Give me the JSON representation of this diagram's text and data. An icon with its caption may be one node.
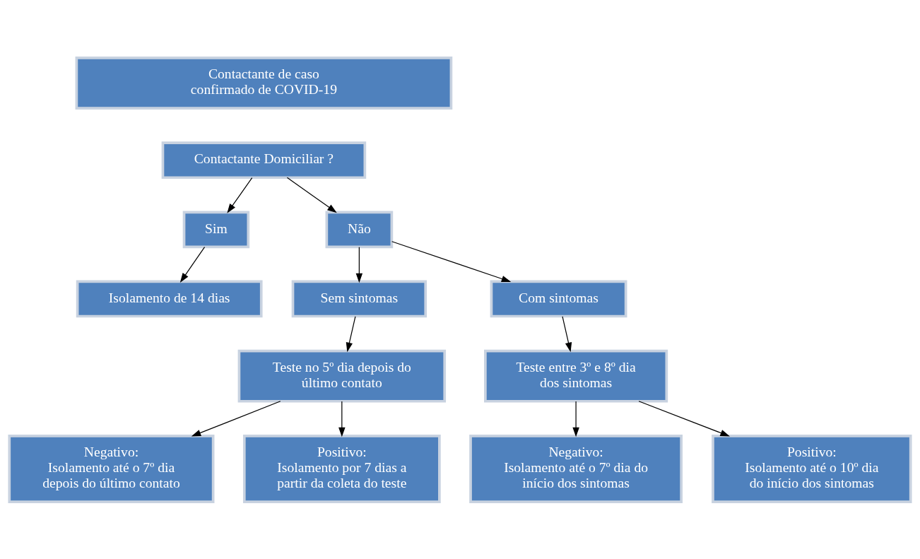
{
  "diagram": {
    "nodes": [
      {
        "text": [
          "Contactante de caso confirmado de COVID-19"
        ]
      },
      {
        "text": [
          "Contactante Domiciliar ?"
        ]
      },
      {
        "text": [
          "Sim"
        ]
      },
      {
        "text": [
          "Não"
        ]
      },
      {
        "text": [
          "Isolamento de 14 dias"
        ]
      },
      {
        "text": [
          "Sem sintomas"
        ]
      },
      {
        "text": [
          "Com sintomas"
        ]
      },
      {
        "text": [
          "Teste no 5º dia depois do último contato"
        ]
      },
      {
        "text": [
          "Teste entre 3º e 8º dia dos sintomas"
        ]
      },
      {
        "text": [
          "Negativo:",
          "Isolamento até o 7º dia depois do último contato"
        ]
      },
      {
        "text": [
          "Positivo:",
          "Isolamento por 7 dias a partir da coleta do teste"
        ]
      },
      {
        "text": [
          "Negativo:",
          "Isolamento até o 7º dia do início dos sintomas"
        ]
      },
      {
        "text": [
          "Positivo:",
          "Isolamento até o 10º dia do início dos sintomas"
        ]
      }
    ],
    "edges": [
      {
        "from": 1,
        "to": 2,
        "arrow": "to"
      },
      {
        "from": 1,
        "to": 3,
        "arrow": "to"
      },
      {
        "from": 2,
        "to": 4,
        "arrow": "to"
      },
      {
        "from": 3,
        "to": 5,
        "arrow": "to"
      },
      {
        "from": 3,
        "to": 6,
        "arrow": "to"
      },
      {
        "from": 5,
        "to": 7,
        "arrow": "to"
      },
      {
        "from": 6,
        "to": 8,
        "arrow": "to"
      },
      {
        "from": 7,
        "to": 9,
        "arrow": "to"
      },
      {
        "from": 7,
        "to": 10,
        "arrow": "to"
      },
      {
        "from": 8,
        "to": 11,
        "arrow": "to"
      },
      {
        "from": 8,
        "to": 12,
        "arrow": "to"
      }
    ]
  }
}
